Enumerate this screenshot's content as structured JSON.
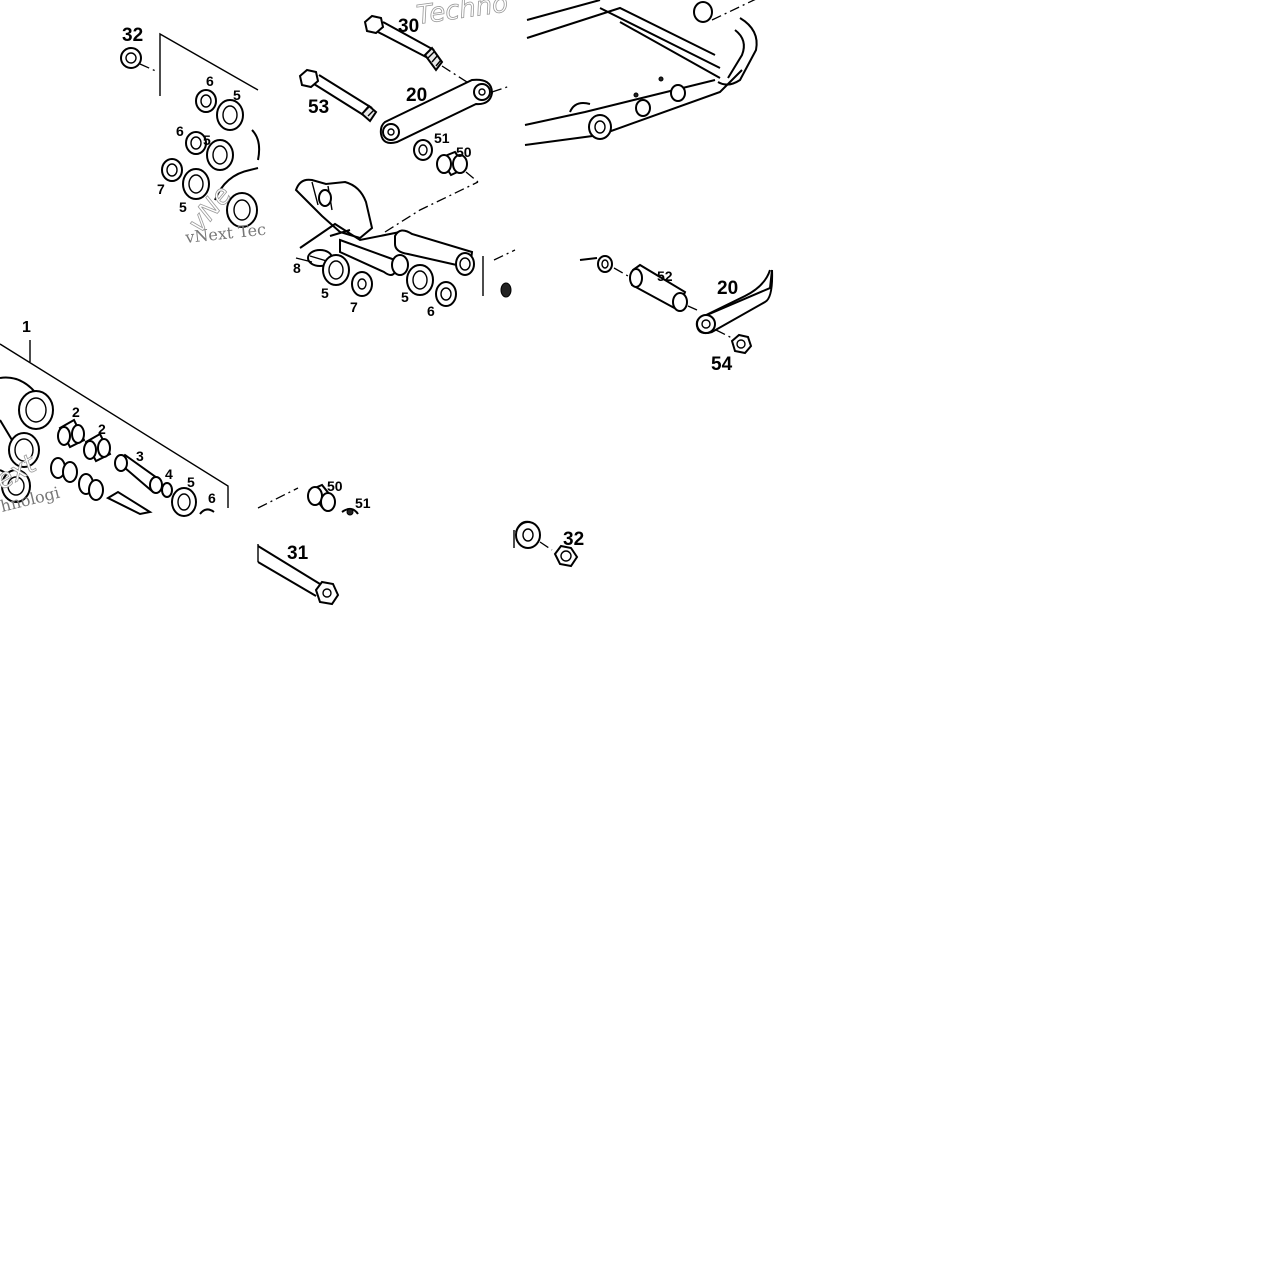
{
  "labels": {
    "l1": "1",
    "l2a": "2",
    "l2b": "2",
    "l3": "3",
    "l4": "4",
    "l5a": "5",
    "l5b": "5",
    "l5c": "5",
    "l5d": "5",
    "l5e": "5",
    "l5f": "5",
    "l6a": "6",
    "l6b": "6",
    "l6c": "6",
    "l6d": "6",
    "l7a": "7",
    "l7b": "7",
    "l8": "8",
    "l20a": "20",
    "l20b": "20",
    "l30": "30",
    "l31": "31",
    "l32a": "32",
    "l32b": "32",
    "l50a": "50",
    "l50b": "50",
    "l51a": "51",
    "l51b": "51",
    "l52": "52",
    "l53": "53",
    "l54": "54"
  },
  "watermarks": {
    "wm_serif": "vNext Tec",
    "wm_top": "Techno",
    "wm_mid": "vNe",
    "wm_left": "ext",
    "wm_left2": "hnologi"
  },
  "colors": {
    "line": "#000000",
    "background": "#ffffff",
    "watermark": "#9a9a9a"
  }
}
